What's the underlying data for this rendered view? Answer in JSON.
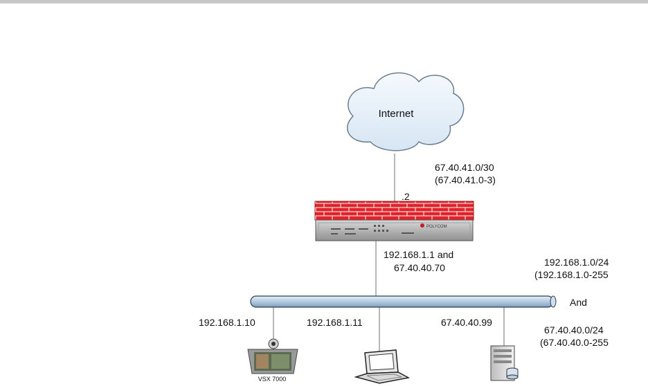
{
  "diagram": {
    "cloud_label": "Internet",
    "firewall_wan_host": ".2",
    "wan_subnet": "67.40.41.0/30",
    "wan_range": "(67.40.41.0-3)",
    "firewall_lan_ips_line1": "192.168.1.1 and",
    "firewall_lan_ips_line2": "67.40.40.70",
    "lan_subnet_1": "192.168.1.0/24",
    "lan_range_1": "(192.168.1.0-255",
    "and_label": "And",
    "lan_subnet_2": "67.40.40.0/24",
    "lan_range_2": "(67.40.40.0-255",
    "device_1_ip": "192.168.1.10",
    "device_1_label": "VSX 7000",
    "device_2_ip": "192.168.1.11",
    "device_3_ip": "67.40.40.99",
    "firewall_brand": "POLYCOM",
    "colors": {
      "firewall_brick": "#e0242c",
      "firewall_mortar": "#ffffff",
      "bus": "#b7cde0",
      "cloud_fill": "#e4eef8",
      "line": "#6f6f6f"
    }
  }
}
